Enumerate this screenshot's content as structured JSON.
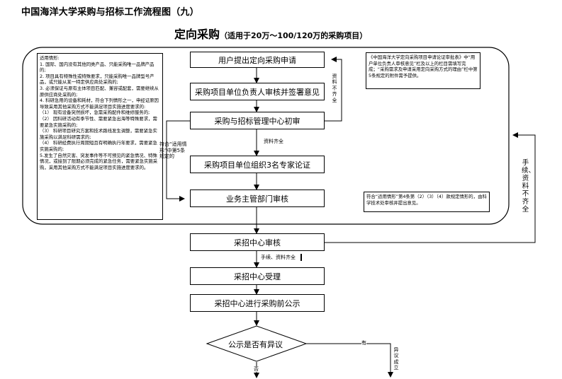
{
  "header": {
    "title": "中国海洋大学采购与招标工作流程图（九）",
    "subtitle_main": "定向采购",
    "subtitle_scope": "（适用于20万～100/120万的采购项目）"
  },
  "conditions_note": {
    "heading": "适用情形:",
    "items": [
      "1. 国际、国内没有其他同类产品、只能采购唯一品牌产品的;",
      "2. 项目具有特殊性或特殊要求，只能采购唯一品牌型号产品，或只能从某一特定供应商处采购的;",
      "3. 必须保证与原有主体项目匹配、兼容或配套，需要继续从原供应商处采购的;",
      "4. 科研急用的设备和耗材，符合下列情形之一，申经证原因导致采用其他采购方式不能满足项目实施进度要求的:",
      "（1） 现有设备突然损坏，急需采购配件和维修服务的;",
      "（2） 因科研活动有季节性、需要紧急出海等特殊要求，需要紧急实施采购的;",
      "（3） 科研项目研究方案和技术路线发生调整，需要紧急实施采购以满足科研需求的;",
      "（4） 科研经费执行周期短且有明确执行年要求，需要紧急实施采购的;",
      "5.发生了自然灾害、突发事件等不可预见的紧急情况、特殊情况，或接到了限期必须完成的紧急任务，需要紧急实施采购，采用其他采购方式不能满足项目实施进度要求的。"
    ]
  },
  "right_note_top": "《中国海洋大学定向采购项目申请论证审批表》中“用户单位负责人审核意见”栏及以上的栏目需填写完成；“采购需求及申请采用定向采购方式的理由”栏中第5条规定的附件需予提供。",
  "right_note_bottom": "符合“适用情形”第4条第（2）（3）（4）款规定情形的，由科学技术处审核并提出意见。",
  "flow": {
    "steps": [
      "用户提出定向采购申请",
      "采购项目单位负责人审核并签署意见",
      "采购与招标管理中心初审",
      "采购项目单位组织3名专家论证",
      "业务主管部门审核",
      "采招中心审核",
      "采招中心受理",
      "采招中心进行采购前公示"
    ],
    "decision": "公示是否有异议",
    "labels": {
      "materials_incomplete": "资料不齐全",
      "materials_complete": "资料齐全",
      "skip_condition": "符合“适用情形”中第5条规定的",
      "docs_incomplete": "手续、资料不齐全",
      "docs_complete": "手续、资料齐全",
      "yes": "有",
      "no": "否",
      "objection_valid": "异议成立"
    }
  }
}
